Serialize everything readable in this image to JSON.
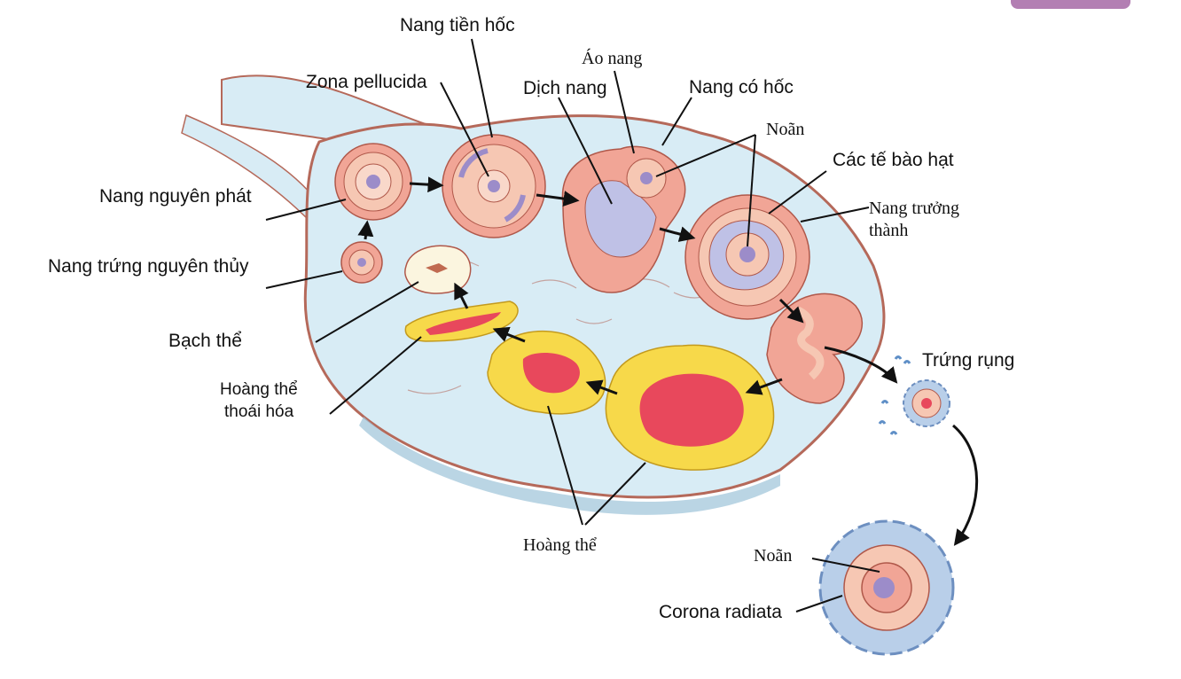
{
  "labels": {
    "nang_tien_hoc": "Nang tiền hốc",
    "ao_nang": "Áo nang",
    "zona_pellucida": "Zona pellucida",
    "dich_nang": "Dịch nang",
    "nang_co_hoc": "Nang có hốc",
    "noan_top": "Noãn",
    "cac_te_bao_hat": "Các tế bào hạt",
    "nang_nguyen_phat": "Nang nguyên phát",
    "nang_truong_thanh_1": "Nang trưởng",
    "nang_truong_thanh_2": "thành",
    "nang_trung_nguyen_thuy": "Nang trứng nguyên thủy",
    "bach_the": "Bạch thể",
    "trung_rung": "Trứng rụng",
    "hoang_the_thoai_hoa_1": "Hoàng thể",
    "hoang_the_thoai_hoa_2": "thoái hóa",
    "hoang_the": "Hoàng thể",
    "noan_bottom": "Noãn",
    "corona_radiata": "Corona radiata"
  },
  "colors": {
    "stroma": "#d8ecf5",
    "ovary_outline": "#b5695a",
    "follicle_wall": "#f1a596",
    "granulosa_cell": "#f6c7b3",
    "oocyte_nucleus": "#9c8cc9",
    "antrum_fluid": "#bfc1e6",
    "corpus_luteum": "#f7d94a",
    "corpus_luteum_core": "#e8485c",
    "corpus_albicans": "#fbf5df",
    "corona": "#b9cfe9"
  }
}
